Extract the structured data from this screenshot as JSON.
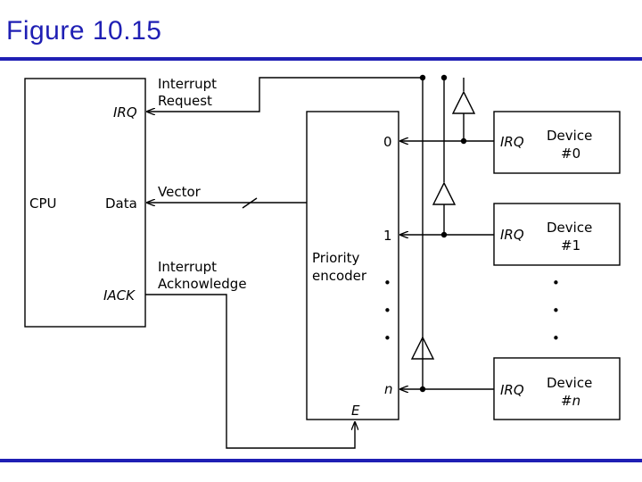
{
  "title": "Figure 10.15",
  "colors": {
    "accent": "#1f1fb4"
  },
  "diagram": {
    "cpu": {
      "name": "CPU",
      "port_irq": "IRQ",
      "port_data": "Data",
      "port_iack": "IACK"
    },
    "signals": {
      "interrupt_request": [
        "Interrupt",
        "Request"
      ],
      "vector": "Vector",
      "interrupt_acknowledge": [
        "Interrupt",
        "Acknowledge"
      ]
    },
    "encoder": {
      "name": [
        "Priority",
        "encoder"
      ],
      "input_0": "0",
      "input_1": "1",
      "input_n": "n",
      "enable": "E",
      "ellipsis": "•"
    },
    "devices": [
      {
        "irq": "IRQ",
        "name": [
          "Device",
          "#0"
        ]
      },
      {
        "irq": "IRQ",
        "name": [
          "Device",
          "#1"
        ]
      },
      {
        "irq": "IRQ",
        "name": [
          "Device",
          "#n"
        ]
      }
    ],
    "device_ellipsis": "•"
  }
}
